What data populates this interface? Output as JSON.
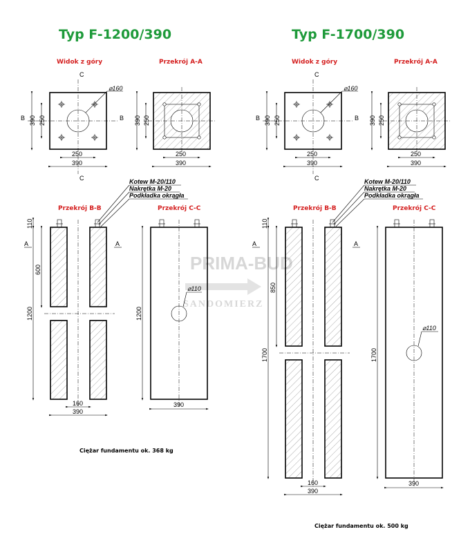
{
  "left": {
    "title": "Typ F-1200/390",
    "view_top": "Widok z góry",
    "section_aa": "Przekrój A-A",
    "section_bb": "Przekrój B-B",
    "section_cc": "Przekrój C-C",
    "hole_dia": "⌀160",
    "hole_small": "⌀110",
    "dim_390": "390",
    "dim_250": "250",
    "dim_160": "160",
    "dim_110": "110",
    "dim_600": "600",
    "dim_height": "1200",
    "label_a": "A",
    "label_b": "B",
    "label_c": "C",
    "anchor": "Kotew M-20/110",
    "nut": "Nakrętka  M-20",
    "washer": "Podkładka okrągła",
    "weight": "Ciężar fundamentu ok. 368 kg"
  },
  "right": {
    "title": "Typ F-1700/390",
    "view_top": "Widok z góry",
    "section_aa": "Przekrój A-A",
    "section_bb": "Przekrój B-B",
    "section_cc": "Przekrój C-C",
    "hole_dia": "⌀160",
    "hole_small": "⌀110",
    "dim_390": "390",
    "dim_250": "250",
    "dim_160": "160",
    "dim_110": "110",
    "dim_850": "850",
    "dim_height": "1700",
    "label_a": "A",
    "label_b": "B",
    "label_c": "C",
    "anchor": "Kotew M-20/110",
    "nut": "Nakrętka  M-20",
    "washer": "Podkładka okrągła",
    "weight": "Ciężar fundamentu ok. 500 kg"
  },
  "watermark": {
    "line1": "PRIMA-BUD",
    "line2": "SANDOMIERZ"
  },
  "colors": {
    "title": "#1e9a3a",
    "section_label": "#d41e1e",
    "watermark": "#d7d7d7"
  }
}
